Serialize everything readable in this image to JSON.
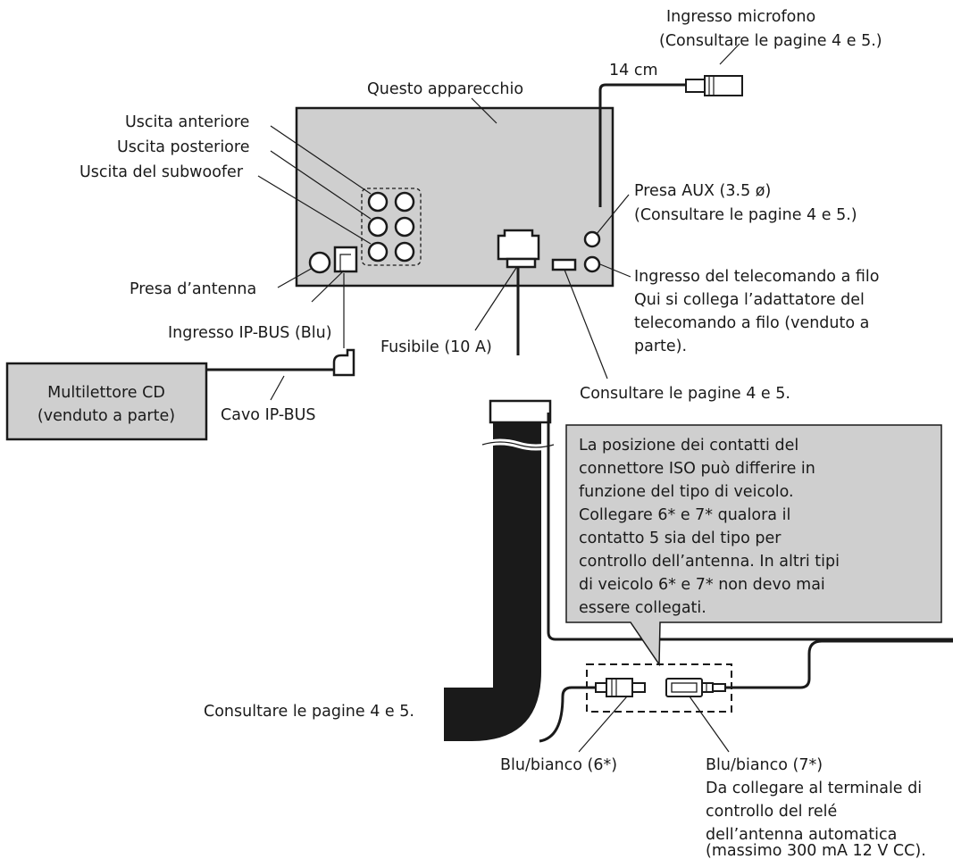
{
  "labels": {
    "mic_title": "Ingresso microfono",
    "mic_ref": "(Consultare le pagine 4 e 5.)",
    "length_14cm": "14 cm",
    "unit": "Questo apparecchio",
    "front_out": "Uscita anteriore",
    "rear_out": "Uscita posteriore",
    "sub_out": "Uscita del subwoofer",
    "antenna_jack": "Presa d’antenna",
    "ipbus_in": "Ingresso IP-BUS (Blu)",
    "fuse": "Fusibile (10 A)",
    "aux_title": "Presa AUX (3.5 ø)",
    "aux_ref": "(Consultare le pagine 4 e 5.)",
    "remote": [
      "Ingresso del telecomando a filo",
      "Qui si collega l’adattatore del",
      "telecomando a filo (venduto a",
      "parte)."
    ],
    "see_pages_mid": "Consultare le pagine 4 e 5.",
    "cd_changer": [
      "Multilettore CD",
      "(venduto a parte)"
    ],
    "ipbus_cable": "Cavo IP-BUS",
    "iso_note": [
      "La posizione dei contatti del",
      "connettore ISO può differire in",
      "funzione del tipo di veicolo.",
      "Collegare 6* e 7* qualora il",
      "contatto 5 sia del tipo per",
      "controllo dell’antenna. In altri tipi",
      "di veicolo 6* e 7* non devo mai",
      "essere collegati."
    ],
    "see_pages_left": "Consultare le pagine 4 e 5.",
    "blue_white_6": "Blu/bianco (6*)",
    "blue_white_7": [
      "Blu/bianco (7*)",
      "Da collegare al terminale di",
      "controllo del relé",
      "dell’antenna automatica",
      "(massimo 300 mA 12 V CC)."
    ]
  }
}
